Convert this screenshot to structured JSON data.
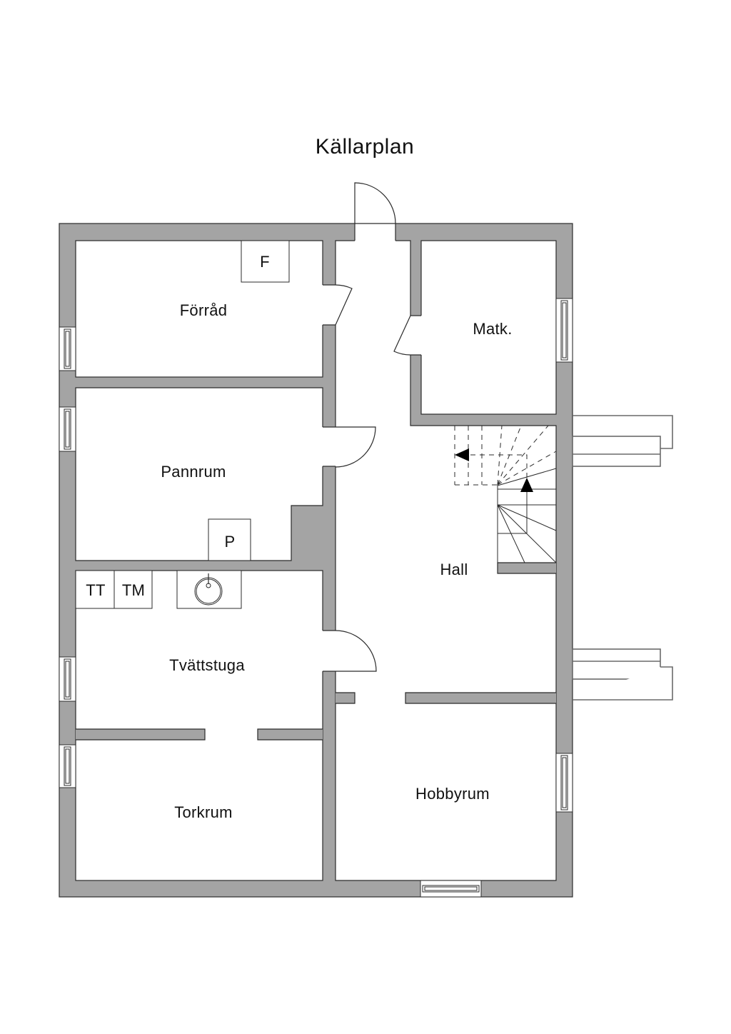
{
  "title": "Källarplan",
  "colors": {
    "wall": "#a4a4a4",
    "line": "#2b2b2b",
    "background": "#ffffff"
  },
  "rooms": {
    "forrad": "Förråd",
    "pannrum": "Pannrum",
    "matk": "Matk.",
    "hall": "Hall",
    "tvattstuga": "Tvättstuga",
    "torkrum": "Torkrum",
    "hobbyrum": "Hobbyrum"
  },
  "fixtures": {
    "freezer": "F",
    "boiler": "P",
    "tumble_dryer": "TT",
    "washing_machine": "TM"
  },
  "symbols": {
    "doors": [
      "entrance-door-swing",
      "forrad-door-swing",
      "pannrum-door-swing",
      "tvattstuga-door-swing",
      "matk-door-swing"
    ],
    "windows": 7,
    "stair": "stair-up-arrow",
    "sink": "sink-icon",
    "exterior_steps": 2
  }
}
